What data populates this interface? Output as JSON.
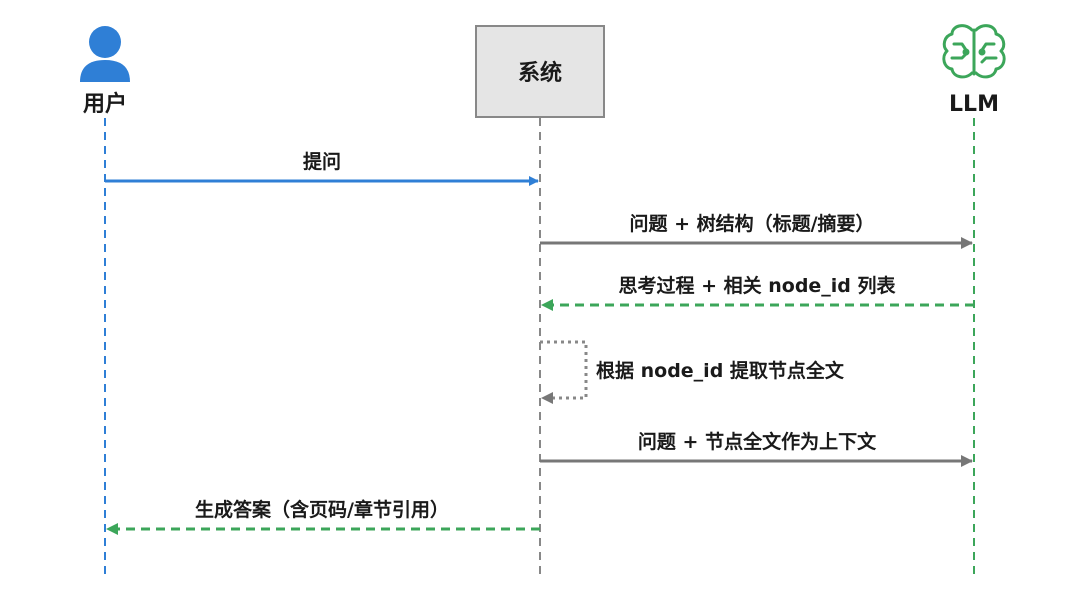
{
  "participants": {
    "user": {
      "label": "用户",
      "icon": "person-icon",
      "color": "#2f7fd6"
    },
    "system": {
      "label": "系统",
      "icon": "box",
      "color": "#888888",
      "fill": "#e5e5e5"
    },
    "llm": {
      "label": "LLM",
      "icon": "brain-icon",
      "color": "#3ca65a"
    }
  },
  "messages": [
    {
      "from": "user",
      "to": "system",
      "label": "提问",
      "style": "solid",
      "color": "#2f7fd6"
    },
    {
      "from": "system",
      "to": "llm",
      "label": "问题 + 树结构（标题/摘要）",
      "style": "solid",
      "color": "#777777"
    },
    {
      "from": "llm",
      "to": "system",
      "label": "思考过程 + 相关 node_id 列表",
      "style": "dashed",
      "color": "#3ca65a"
    },
    {
      "from": "system",
      "to": "system",
      "label": "根据 node_id 提取节点全文",
      "style": "dotted",
      "color": "#888888"
    },
    {
      "from": "system",
      "to": "llm",
      "label": "问题 + 节点全文作为上下文",
      "style": "solid",
      "color": "#777777"
    },
    {
      "from": "system",
      "to": "user",
      "label": "生成答案（含页码/章节引用）",
      "style": "dashed",
      "color": "#3ca65a"
    }
  ]
}
